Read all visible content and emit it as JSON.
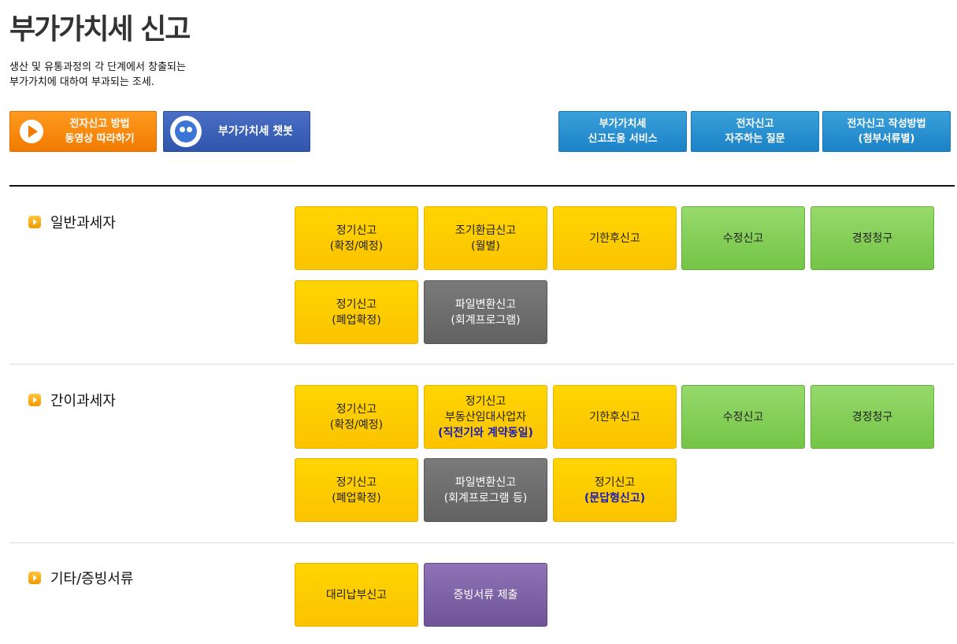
{
  "header": {
    "title": "부가가치세 신고",
    "desc_line1": "생산 및 유통과정의 각 단계에서 창출되는",
    "desc_line2": "부가가치에 대하여 부과되는 조세."
  },
  "top_buttons": {
    "video_line1": "전자신고 방법",
    "video_line2": "동영상 따라하기",
    "chatbot": "부가가치세 챗봇",
    "help_line1": "부가가치세",
    "help_line2": "신고도움 서비스",
    "faq_line1": "전자신고",
    "faq_line2": "자주하는 질문",
    "guide_line1": "전자신고 작성방법",
    "guide_line2": "(첨부서류별)"
  },
  "sections": {
    "general": {
      "title": "일반과세자",
      "regular_l1": "정기신고",
      "regular_l2": "(확정/예정)",
      "early_l1": "조기환급신고",
      "early_l2": "(월별)",
      "late": "기한후신고",
      "amend": "수정신고",
      "correction": "경정청구",
      "closure_l1": "정기신고",
      "closure_l2": "(폐업확정)",
      "file_l1": "파일변환신고",
      "file_l2": "(회계프로그램)"
    },
    "simple": {
      "title": "간이과세자",
      "regular_l1": "정기신고",
      "regular_l2": "(확정/예정)",
      "rental_l1": "정기신고",
      "rental_l2": "부동산임대사업자",
      "rental_l3": "(직전기와 계약동일)",
      "late": "기한후신고",
      "amend": "수정신고",
      "correction": "경정청구",
      "closure_l1": "정기신고",
      "closure_l2": "(폐업확정)",
      "file_l1": "파일변환신고",
      "file_l2": "(회계프로그램 등)",
      "qa_l1": "정기신고",
      "qa_l2": "(문답형신고)"
    },
    "other": {
      "title": "기타/증빙서류",
      "proxy": "대리납부신고",
      "evidence": "증빙서류 제출"
    }
  },
  "colors": {
    "orange": "#f07b00",
    "chat_blue": "#2f55ad",
    "sky_blue": "#1b82c6",
    "yellow": "#fbc300",
    "green": "#74c446",
    "gray": "#626262",
    "purple": "#6e5497"
  }
}
